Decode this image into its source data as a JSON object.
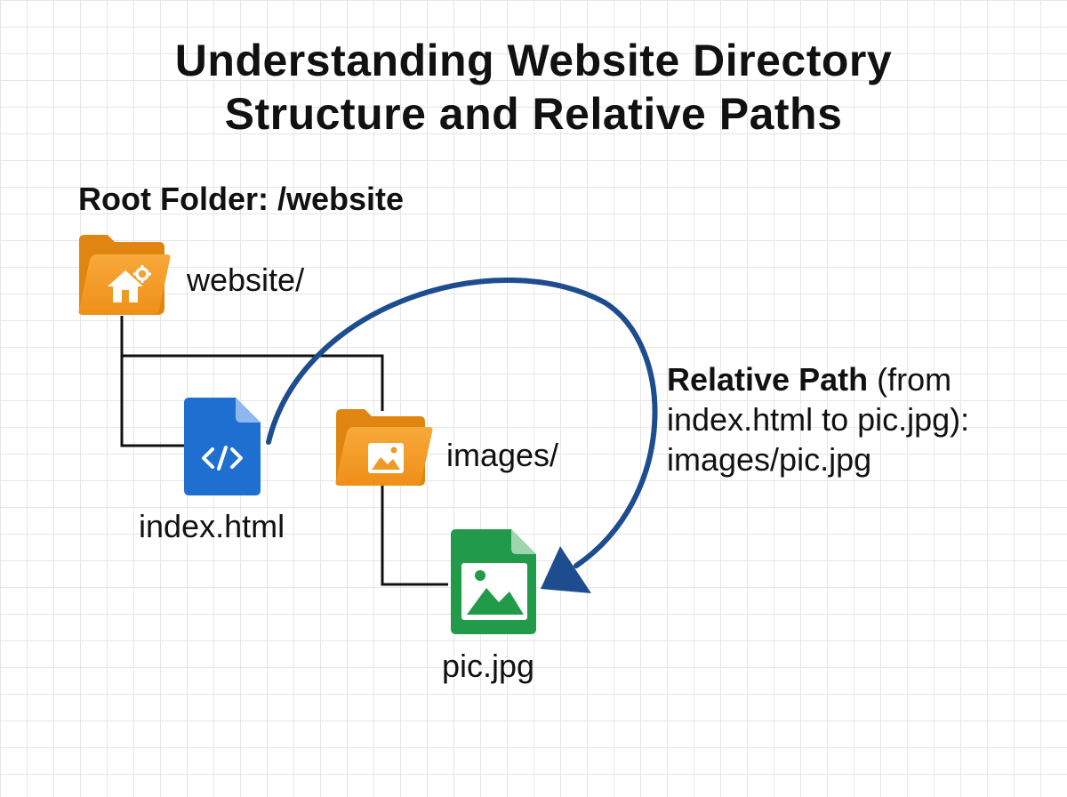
{
  "title": {
    "line1": "Understanding Website Directory",
    "line2": "Structure and Relative Paths"
  },
  "root_label": "Root Folder: /website",
  "nodes": {
    "website": {
      "label": "website/",
      "icon": "folder-home-icon",
      "color": "#F39C1F"
    },
    "index": {
      "label": "index.html",
      "icon": "html-file-icon",
      "color": "#1F6FD1"
    },
    "images": {
      "label": "images/",
      "icon": "folder-image-icon",
      "color": "#F39C1F"
    },
    "pic": {
      "label": "pic.jpg",
      "icon": "image-file-icon",
      "color": "#219A49"
    }
  },
  "relative_path_note": {
    "bold": "Relative Path",
    "rest_line1": " (from",
    "line2": "index.html to pic.jpg):",
    "line3": "images/pic.jpg"
  },
  "arrow_color": "#1D4C8F"
}
